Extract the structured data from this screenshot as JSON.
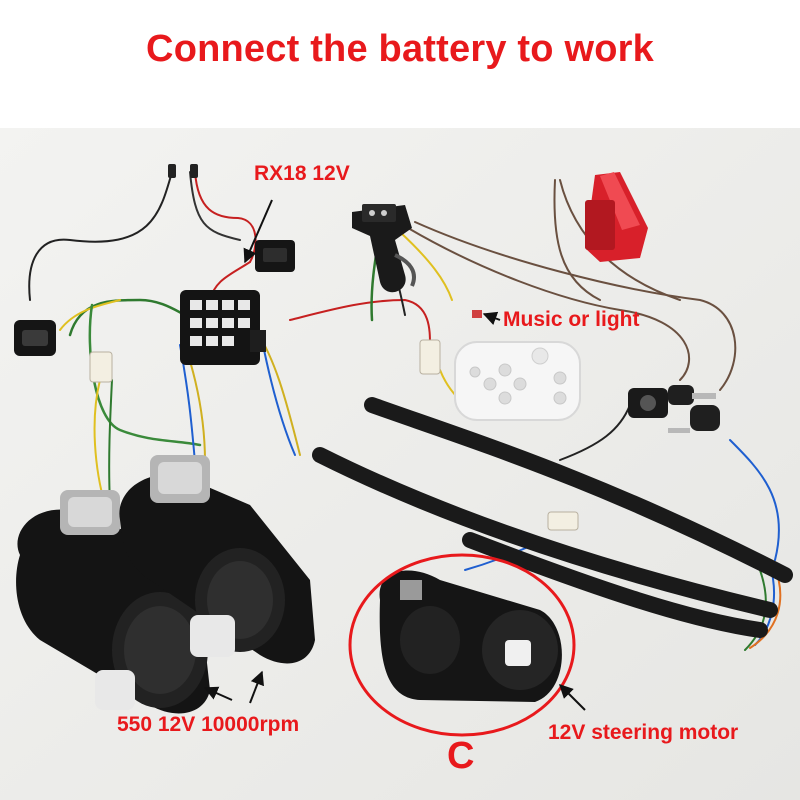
{
  "title": "Connect the battery to work",
  "labels": {
    "controller": "RX18 12V",
    "music": "Music or light",
    "motors": "550 12V 10000rpm",
    "steering": "12V steering motor",
    "steering_letter": "C"
  },
  "colors": {
    "label": "#e8191c",
    "background_wall": "#eeeeec",
    "plastic": "#141414",
    "button_red": "#d8202a"
  }
}
